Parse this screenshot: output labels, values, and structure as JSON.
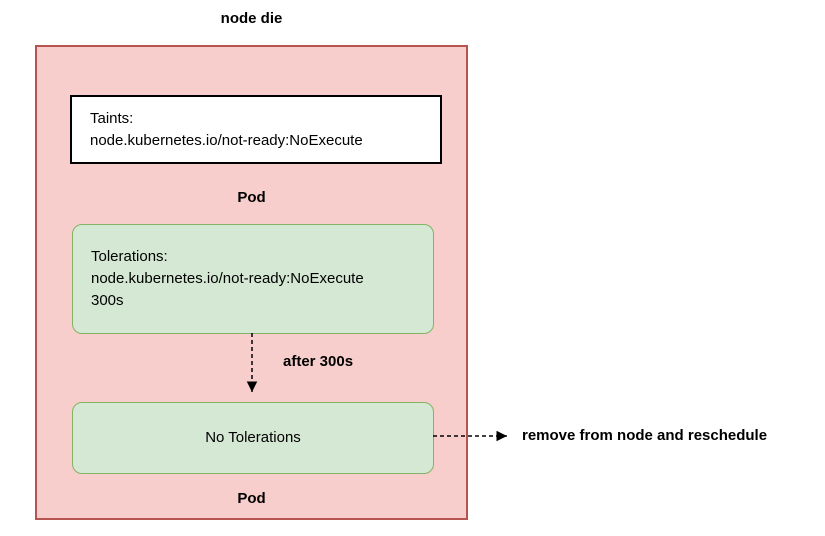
{
  "title": "node die",
  "node": {
    "taints_box": {
      "line1": "Taints:",
      "line2": "node.kubernetes.io/not-ready:NoExecute"
    },
    "pod1_label": "Pod",
    "tolerations_box": {
      "line1": "Tolerations:",
      "line2": "node.kubernetes.io/not-ready:NoExecute",
      "line3": "300s"
    },
    "after_label": "after 300s",
    "no_tolerations_box": {
      "label": "No Tolerations"
    },
    "pod2_label": "Pod"
  },
  "reschedule_label": "remove from node and reschedule",
  "colors": {
    "node_fill": "#f8cecc",
    "node_border": "#b85450",
    "pod_fill": "#d5e8d4",
    "pod_border": "#82b366",
    "taints_fill": "#ffffff",
    "taints_border": "#000000",
    "arrow": "#000000"
  }
}
